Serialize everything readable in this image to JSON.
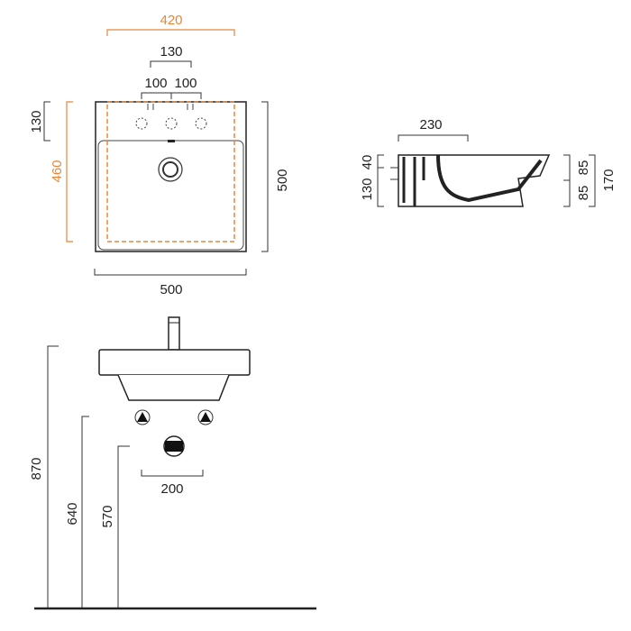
{
  "colors": {
    "line": "#222222",
    "accent": "#e8863a"
  },
  "top_view": {
    "overall_width": "420",
    "tap_span": "130",
    "hole_spacing_left": "100",
    "hole_spacing_right": "100",
    "deck_depth": "130",
    "inner_depth": "460",
    "outer_depth": "500",
    "outer_width": "500"
  },
  "side_view": {
    "drain_offset": "230",
    "rim": "40",
    "lower_left": "130",
    "upper_right": "85",
    "lower_right": "85",
    "total_height": "170"
  },
  "front_view": {
    "rim_height": "870",
    "supply_height": "640",
    "waste_height": "570",
    "supply_spacing": "200"
  }
}
